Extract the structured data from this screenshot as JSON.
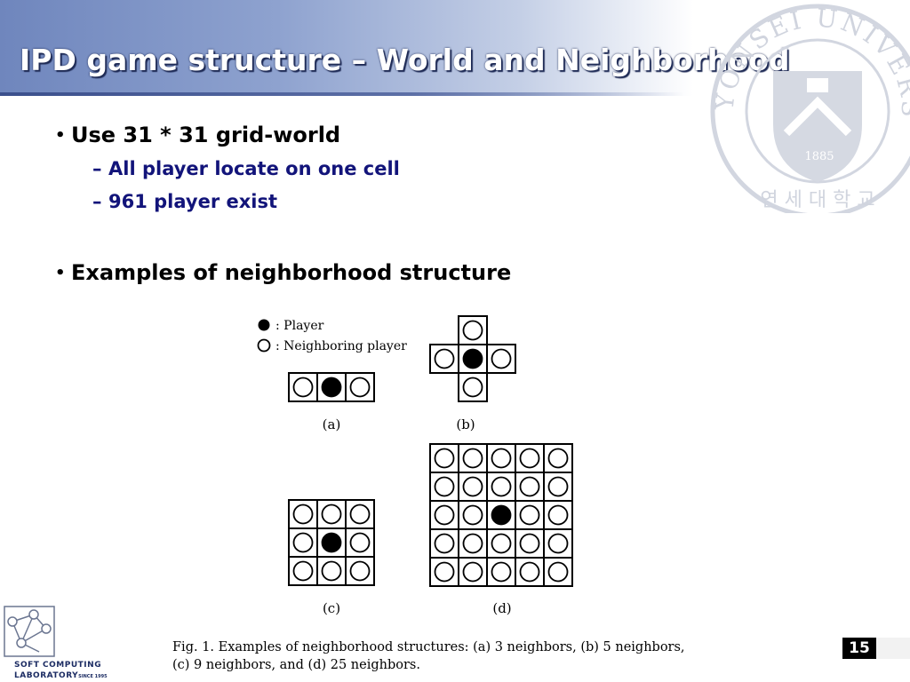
{
  "slide": {
    "title": "IPD game structure – World and Neighborhood",
    "page_number": "15"
  },
  "bullets": [
    {
      "text": "Use 31 * 31 grid-world",
      "sub": [
        "All player locate on one cell",
        "961 player exist"
      ]
    },
    {
      "text": "Examples of neighborhood structure",
      "sub": []
    }
  ],
  "figure": {
    "legend_player": ": Player",
    "legend_neighbor": ": Neighboring player",
    "panels": [
      {
        "label": "(a)",
        "pattern": "row-3"
      },
      {
        "label": "(b)",
        "pattern": "cross-5"
      },
      {
        "label": "(c)",
        "pattern": "square-3x3"
      },
      {
        "label": "(d)",
        "pattern": "square-5x5"
      }
    ],
    "caption_line1": "Fig. 1.    Examples of neighborhood structures: (a) 3 neighbors, (b) 5 neighbors,",
    "caption_line2": "(c) 9 neighbors, and (d) 25 neighbors."
  },
  "seal": {
    "arc_text": "YONSEI UNIVERSITY",
    "year": "1885",
    "korean": "연 세 대 학 교"
  },
  "lab": {
    "line1": "SOFT COMPUTING",
    "line2": "LABORATORY",
    "since": "SINCE 1995"
  },
  "colors": {
    "title_band": "#7f93c6",
    "sub_bullet": "#12147a",
    "seal": "#c9cdd8"
  }
}
